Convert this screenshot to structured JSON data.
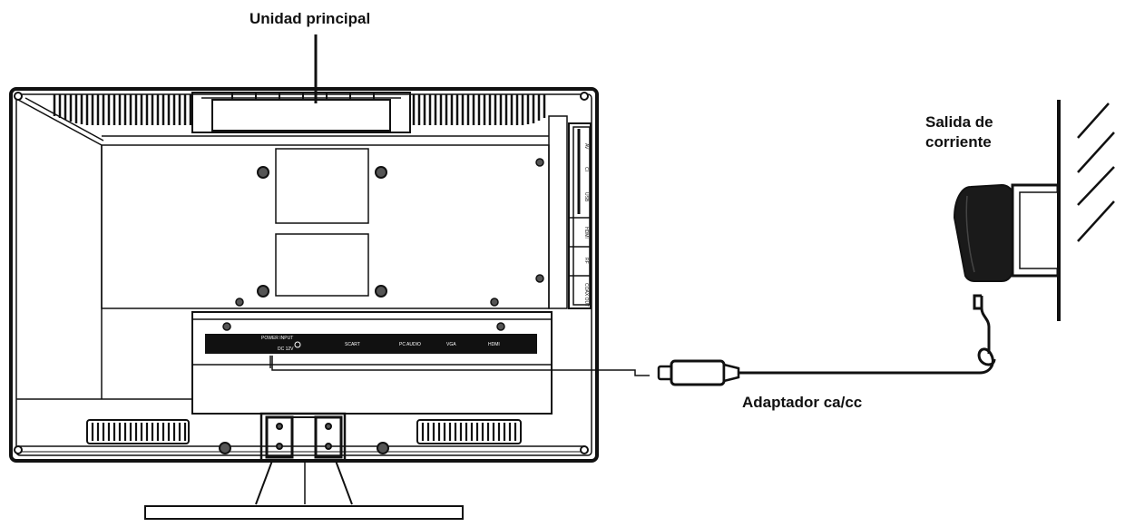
{
  "labels": {
    "main_unit": "Unidad principal",
    "outlet_line1": "Salida de",
    "outlet_line2": "corriente",
    "adapter": "Adaptador ca/cc"
  },
  "connector_strip": {
    "power_input": "POWER INPUT",
    "power_rating": "DC 12V",
    "ports": [
      "SCART",
      "PC AUDIO",
      "VGA",
      "HDMI"
    ]
  },
  "side_panel_ports": [
    "AV",
    "CI",
    "USB",
    "HDMI",
    "RF",
    "COAX OUT"
  ],
  "colors": {
    "ink": "#111111",
    "panel": "#ffffff",
    "strip": "#111111"
  }
}
